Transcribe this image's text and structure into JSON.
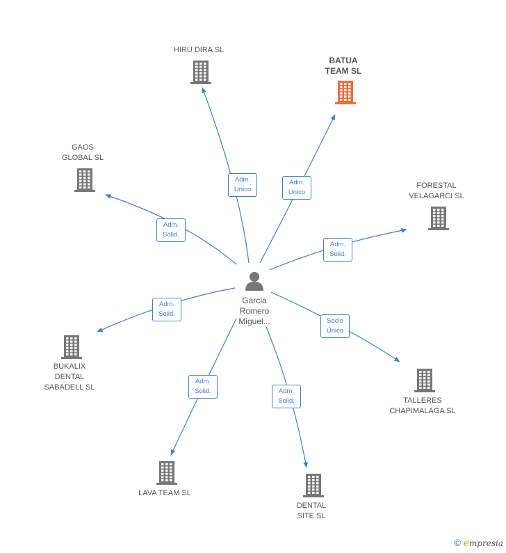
{
  "center": {
    "name": "Garcia\nRomero\nMiguel..."
  },
  "companies": [
    {
      "id": "hiru-dira",
      "name": "HIRU DIRA  SL",
      "relation": "Adm.\nUnico",
      "highlight": false
    },
    {
      "id": "batua-team",
      "name": "BATUA\nTEAM  SL",
      "relation": "Adm.\nUnico",
      "highlight": true
    },
    {
      "id": "gaos-global",
      "name": "GAOS\nGLOBAL  SL",
      "relation": "Adm.\nSolid.",
      "highlight": false
    },
    {
      "id": "forestal-velagarci",
      "name": "FORESTAL\nVELAGARCI  SL",
      "relation": "Adm.\nSolid.",
      "highlight": false
    },
    {
      "id": "bukalix-dental",
      "name": "BUKALIX\nDENTAL\nSABADELL  SL",
      "relation": "Adm.\nSolid.",
      "highlight": false
    },
    {
      "id": "talleres-chapimalaga",
      "name": "TALLERES\nCHAPIMALAGA SL",
      "relation": "Socio\nÚnico",
      "highlight": false
    },
    {
      "id": "lava-team",
      "name": "LAVA TEAM  SL",
      "relation": "Adm.\nSolid.",
      "highlight": false
    },
    {
      "id": "dental-site",
      "name": "DENTAL\nSITE SL",
      "relation": "Adm.\nSolid.",
      "highlight": false
    }
  ],
  "colors": {
    "edge": "#3c7fd6",
    "building": "#777777",
    "highlight": "#f26a3b",
    "person": "#777777"
  },
  "footer": {
    "copyright": "©",
    "brand_initial": "e",
    "brand_rest": "mpresia"
  }
}
